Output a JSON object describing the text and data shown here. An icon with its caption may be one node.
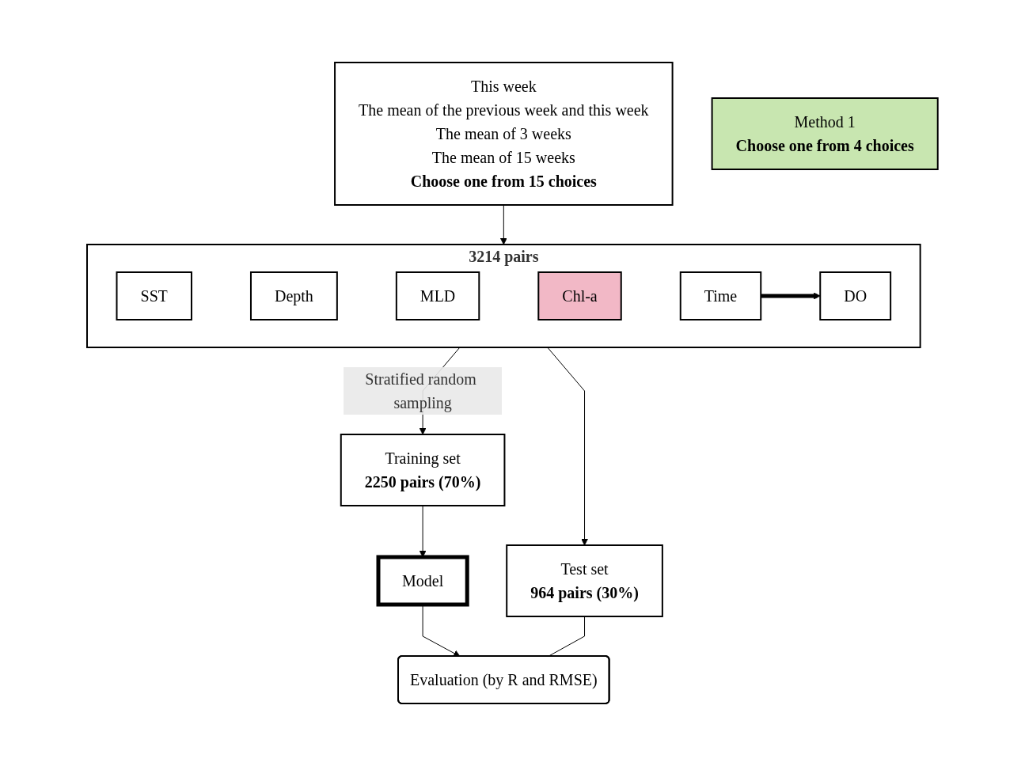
{
  "diagram": {
    "nodes": [
      {
        "text": [
          "This week",
          "The mean of the previous week and this week",
          "The mean of 3 weeks",
          "The mean of 15 weeks",
          "Choose one from 15 choices"
        ]
      },
      {
        "text": [
          "3214 pairs"
        ]
      },
      {
        "text": [
          "SST"
        ],
        "in": 1
      },
      {
        "text": [
          "Depth"
        ],
        "in": 1
      },
      {
        "text": [
          "MLD"
        ],
        "in": 1
      },
      {
        "text": [
          "Chl-a"
        ],
        "in": 1
      },
      {
        "text": [
          "Time"
        ],
        "in": 1
      },
      {
        "text": [
          "DO"
        ],
        "in": 1
      },
      {
        "text": [
          "Training set",
          "2250 pairs (70%)"
        ]
      },
      {
        "text": [
          "Test set",
          "964 pairs (30%)"
        ]
      },
      {
        "text": [
          "Method 1",
          "Choose one from 4 choices"
        ]
      },
      {
        "text": [
          "Model"
        ]
      },
      {
        "text": [
          "Evaluation (by R and RMSE)"
        ]
      }
    ],
    "edges": [
      {
        "from": 0,
        "to": 1,
        "arrow": "to"
      },
      {
        "from": 6,
        "to": 7,
        "arrow": "to",
        "style": "thick"
      },
      {
        "from": 1,
        "to": 8,
        "arrow": "to",
        "label": "Stratified random sampling"
      },
      {
        "from": 1,
        "to": 9,
        "arrow": "to"
      },
      {
        "from": 8,
        "to": 11,
        "arrow": "to"
      },
      {
        "from": 11,
        "to": 12,
        "arrow": "to"
      },
      {
        "from": 9,
        "to": 12,
        "arrow": "none"
      }
    ]
  }
}
